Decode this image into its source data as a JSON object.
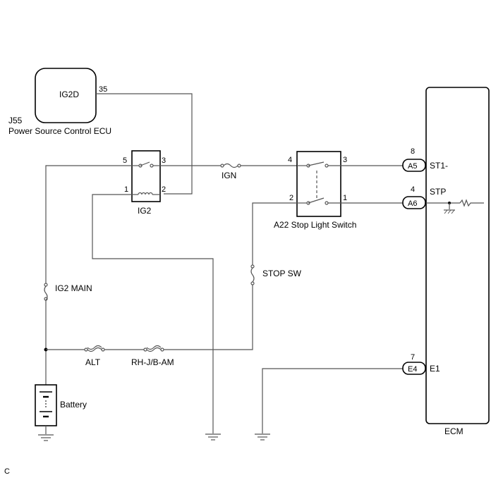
{
  "ecu_psc": {
    "code": "J55",
    "name": "Power Source Control ECU",
    "terminal": "IG2D",
    "pin": "35"
  },
  "relay_ig2": {
    "name": "IG2",
    "pins": {
      "p5": "5",
      "p3": "3",
      "p1": "1",
      "p2": "2"
    }
  },
  "fuses": {
    "ign": "IGN",
    "ig2_main": "IG2 MAIN",
    "stop_sw": "STOP SW",
    "alt": "ALT",
    "rhjb": "RH-J/B-AM"
  },
  "stop_light_switch": {
    "name": "A22 Stop Light Switch",
    "pins": {
      "p4": "4",
      "p3": "3",
      "p2": "2",
      "p1": "1"
    }
  },
  "ecm": {
    "name": "ECM",
    "terminals": [
      {
        "pin": "8",
        "connector": "A5",
        "signal": "ST1-"
      },
      {
        "pin": "4",
        "connector": "A6",
        "signal": "STP"
      },
      {
        "pin": "7",
        "connector": "E4",
        "signal": "E1"
      }
    ]
  },
  "battery": {
    "name": "Battery"
  },
  "footer": {
    "code": "C"
  }
}
